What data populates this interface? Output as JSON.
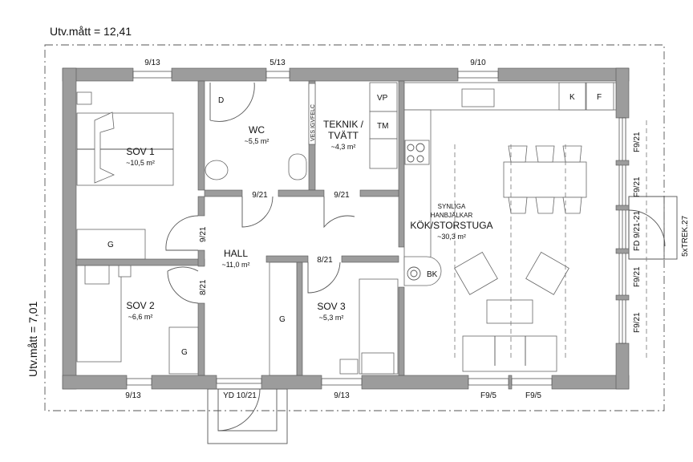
{
  "dimensions": {
    "width_label": "Utv.mått = 12,41",
    "height_label": "Utv.mått = 7,01"
  },
  "rooms": [
    {
      "name": "SOV 1",
      "area": "~10,5 m²"
    },
    {
      "name": "WC",
      "area": "~5,5 m²"
    },
    {
      "name": "TEKNIK /",
      "name2": "TVÄTT",
      "area": "~4,3 m²"
    },
    {
      "name": "KÖK/STORSTUGA",
      "area": "~30,3 m²",
      "note1": "SYNLIGA",
      "note2": "HANBJÄLKAR"
    },
    {
      "name": "HALL",
      "area": "~11,0 m²"
    },
    {
      "name": "SOV 2",
      "area": "~6,6 m²"
    },
    {
      "name": "SOV 3",
      "area": "~5,3 m²"
    }
  ],
  "windows": {
    "top": [
      "9/13",
      "5/13",
      "9/10"
    ],
    "bottom": [
      "9/13",
      "9/13",
      "F9/5",
      "F9/5"
    ],
    "right": [
      "F9/21",
      "F9/21",
      "FD 9/21-21",
      "F9/21",
      "F9/21"
    ]
  },
  "doors": {
    "wc": "9/21",
    "teknik": "9/21",
    "sov1": "9/21",
    "sov2": "8/21",
    "sov3": "8/21",
    "entry": "YD 10/21"
  },
  "fixtures": {
    "shower": "D",
    "vp": "VP",
    "tm": "TM",
    "fridge": "K",
    "freezer": "F",
    "stove": "BK",
    "wardrobe": "G",
    "tech_labels": "VES IGVFELC",
    "stairs": "5xTREK.27"
  },
  "colors": {
    "wall": "#9c9c9c",
    "line": "#555555"
  }
}
